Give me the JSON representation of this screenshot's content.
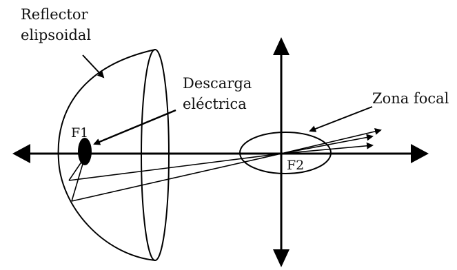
{
  "labels": {
    "reflector_line1": "Reflector",
    "reflector_line2": "elipsoidal",
    "discharge_line1": "Descarga",
    "discharge_line2": "eléctrica",
    "focal_zone": "Zona focal",
    "f1": "F1",
    "f2": "F2"
  },
  "colors": {
    "ink": "#000000",
    "background": "#ffffff"
  }
}
